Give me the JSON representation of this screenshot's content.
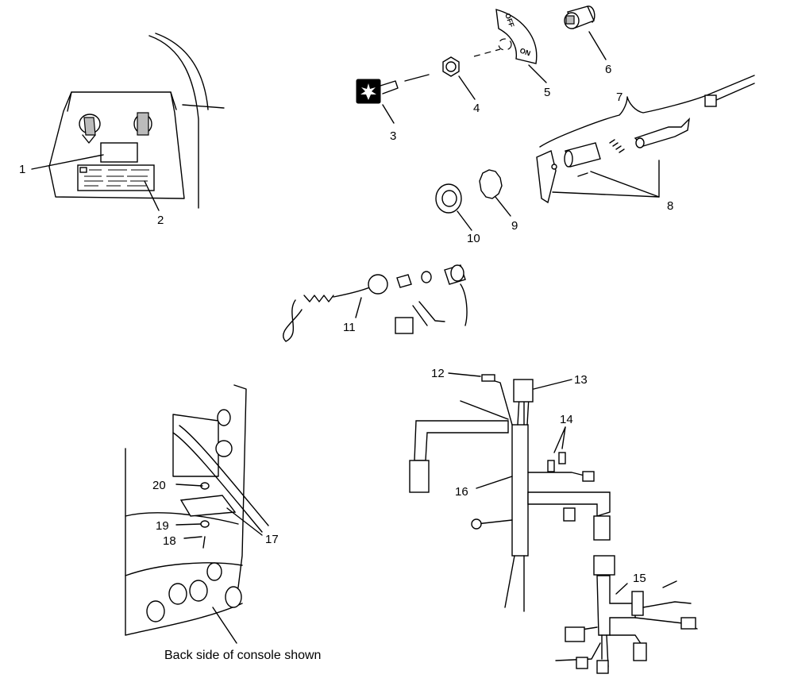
{
  "callouts": {
    "c1": "1",
    "c2": "2",
    "c3": "3",
    "c4": "4",
    "c5": "5",
    "c6": "6",
    "c7": "7",
    "c8": "8",
    "c9": "9",
    "c10": "10",
    "c11": "11",
    "c12": "12",
    "c13": "13",
    "c14": "14",
    "c15": "15",
    "c16": "16",
    "c17": "17",
    "c18": "18",
    "c19": "19",
    "c20": "20"
  },
  "switch_plate": {
    "off": "OFF",
    "on": "ON"
  },
  "caption": "Back side of console shown"
}
